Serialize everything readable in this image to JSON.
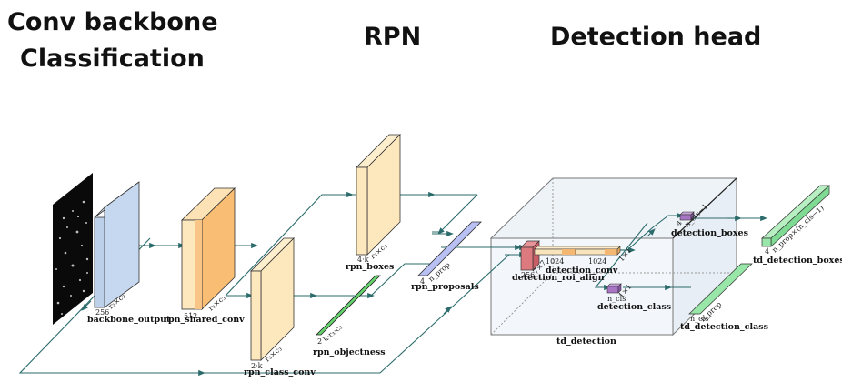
{
  "headings": {
    "backbone_line1": "Conv backbone",
    "backbone_line2": "Classification",
    "rpn": "RPN",
    "detection": "Detection head"
  },
  "colors": {
    "edge": "#2b6b6b",
    "backbone_block": "#c6d8ef",
    "rpn_block": "#fde7bd",
    "rpn_block_dark": "#f9bd74",
    "objectness": "#66d36e",
    "proposals": "#b8c0f4",
    "roi_align": "#dd7a80",
    "detection_conv": "#f9e3bb",
    "detection_small": "#a875c4",
    "td_output": "#98e6a8",
    "td_box": "#eef3f8"
  },
  "nodes": {
    "backbone_output": {
      "label": "backbone_output",
      "dims": [
        "256",
        "r₃×c₃"
      ]
    },
    "rpn_shared_conv": {
      "label": "rpn_shared_conv",
      "dims": [
        "512",
        "r₃×c₃"
      ]
    },
    "rpn_class_conv": {
      "label": "rpn_class_conv",
      "dims": [
        "2·k",
        "r₃×c₃"
      ]
    },
    "rpn_boxes": {
      "label": "rpn_boxes",
      "dims": [
        "4·k",
        "r₃×c₃"
      ]
    },
    "rpn_objectness": {
      "label": "rpn_objectness",
      "dims": [
        "2",
        "k·r₃·c₃"
      ]
    },
    "rpn_proposals": {
      "label": "rpn_proposals",
      "dims": [
        "4",
        "n_prop"
      ]
    },
    "detection_roi_align": {
      "label": "detection_roi_align",
      "dims": [
        "256",
        "7×7"
      ]
    },
    "detection_conv": {
      "label": "detection_conv",
      "dims": [
        "1024",
        "1024",
        "1×1"
      ]
    },
    "detection_boxes": {
      "label": "detection_boxes",
      "dims": [
        "4",
        "n_cls−1"
      ]
    },
    "detection_class": {
      "label": "detection_class",
      "dims": [
        "n_cls",
        "1×1"
      ]
    },
    "td_detection": {
      "label": "td_detection"
    },
    "td_detection_boxes": {
      "label": "td_detection_boxes",
      "dims": [
        "4",
        "n_prop×(n_cls−1)"
      ]
    },
    "td_detection_class": {
      "label": "td_detection_class",
      "dims": [
        "n_cls",
        "n_prop"
      ]
    }
  }
}
